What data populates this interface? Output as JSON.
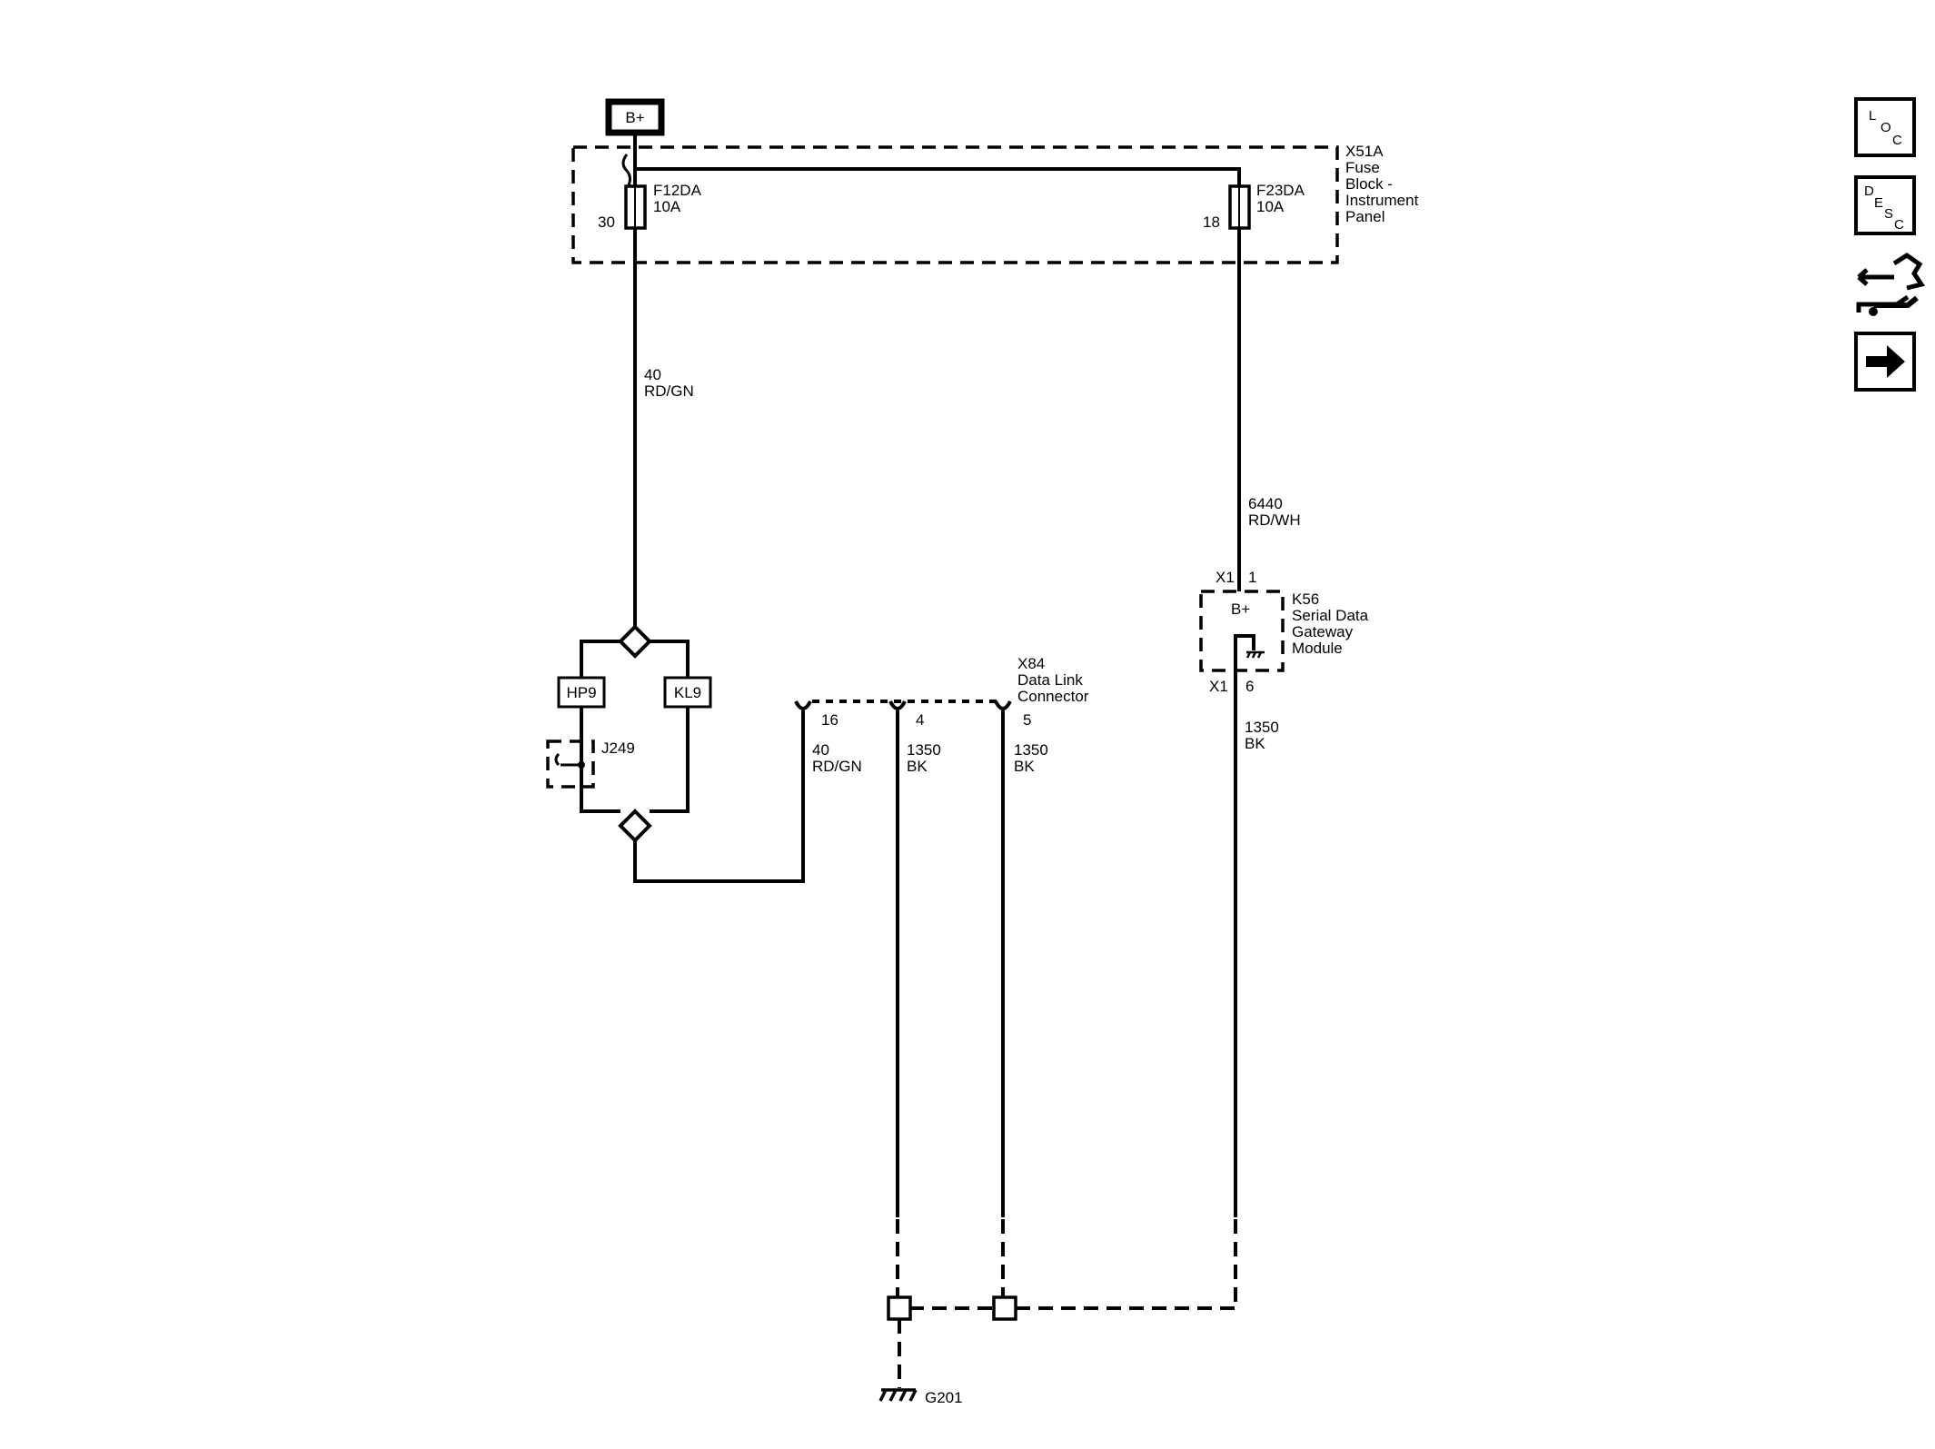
{
  "power": {
    "label": "B+"
  },
  "fuse_block": {
    "id": "X51A",
    "name_lines": [
      "Fuse",
      "Block -",
      "Instrument",
      "Panel"
    ],
    "fuse_left": {
      "id": "F12DA",
      "rating": "10A",
      "pin": "30"
    },
    "fuse_right": {
      "id": "F23DA",
      "rating": "10A",
      "pin": "18"
    }
  },
  "wires": {
    "left_upper": {
      "circuit": "40",
      "color": "RD/GN"
    },
    "right_upper": {
      "circuit": "6440",
      "color": "RD/WH"
    },
    "dlc_16": {
      "circuit": "40",
      "color": "RD/GN"
    },
    "dlc_4": {
      "circuit": "1350",
      "color": "BK"
    },
    "dlc_5": {
      "circuit": "1350",
      "color": "BK"
    },
    "module_ground": {
      "circuit": "1350",
      "color": "BK"
    }
  },
  "splice_pack": {
    "left": "HP9",
    "right": "KL9",
    "jumper": "J249"
  },
  "dlc": {
    "id": "X84",
    "name_lines": [
      "Data Link",
      "Connector"
    ],
    "pins": [
      "16",
      "4",
      "5"
    ]
  },
  "module": {
    "id": "K56",
    "name_lines": [
      "Serial Data",
      "Gateway",
      "Module"
    ],
    "b_plus": "B+",
    "connector_top": "X1",
    "pin_top": "1",
    "connector_bottom": "X1",
    "pin_bottom": "6"
  },
  "ground": {
    "id": "G201"
  },
  "nav": {
    "loc": [
      "L",
      "O",
      "C"
    ],
    "desc": [
      "D",
      "E",
      "S",
      "C"
    ]
  }
}
